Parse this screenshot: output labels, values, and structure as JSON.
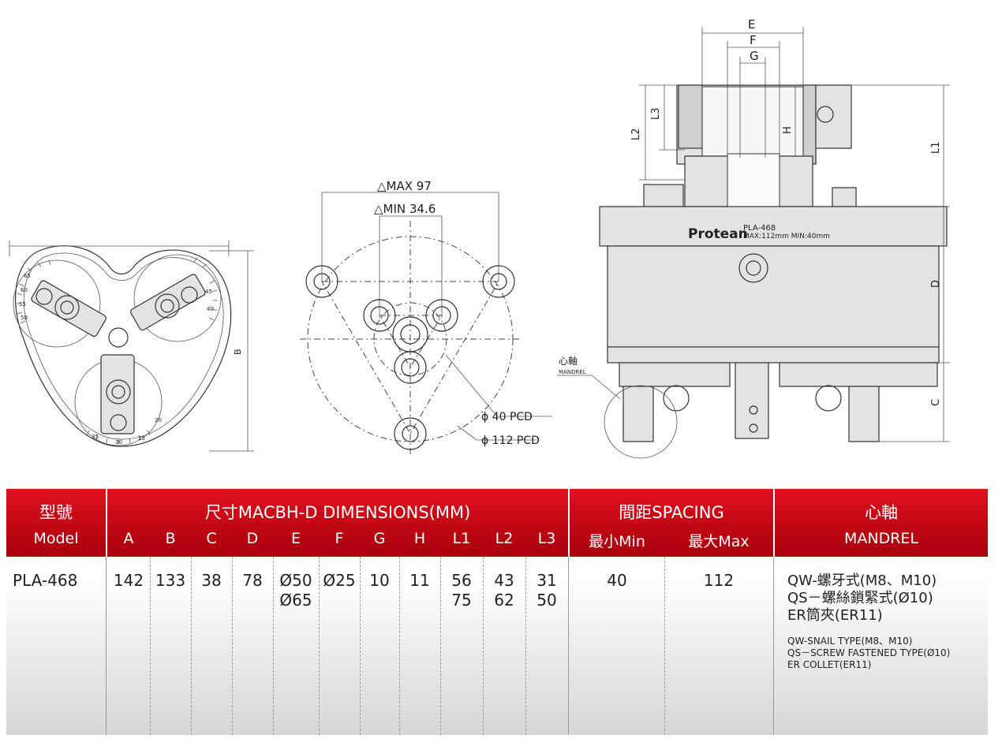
{
  "drawing": {
    "dims_left": {
      "B": "B"
    },
    "pcd_view": {
      "max_label": "△MAX 97",
      "min_label": "△MIN 34.6",
      "pcd40": "ϕ 40 PCD",
      "pcd112": "ϕ 112 PCD"
    },
    "side_view": {
      "E": "E",
      "F": "F",
      "G": "G",
      "H": "H",
      "L1": "L1",
      "L2": "L2",
      "L3": "L3",
      "D": "D",
      "C": "C",
      "brand": "Protean",
      "model": "PLA-468",
      "range": "MAX:112mm MIN:40mm",
      "mandrel_cn": "心軸",
      "mandrel_en": "MANDREL"
    },
    "scale_ticks": [
      "65",
      "60",
      "55",
      "50",
      "45",
      "40",
      "35",
      "30",
      "25",
      "20"
    ]
  },
  "table": {
    "model_header_cn": "型號",
    "model_header_en": "Model",
    "dims_header": "尺寸MACBH-D DIMENSIONS(MM)",
    "dim_columns": [
      "A",
      "B",
      "C",
      "D",
      "E",
      "F",
      "G",
      "H",
      "L1",
      "L2",
      "L3"
    ],
    "spacing_header": "間距SPACING",
    "spacing_min": "最小Min",
    "spacing_max": "最大Max",
    "mandrel_header_cn": "心軸",
    "mandrel_header_en": "MANDREL",
    "row": {
      "model": "PLA-468",
      "A": "142",
      "B": "133",
      "C": "38",
      "D": "78",
      "E1": "Ø50",
      "E2": "Ø65",
      "F": "Ø25",
      "G": "10",
      "H": "11",
      "L1a": "56",
      "L1b": "75",
      "L2a": "43",
      "L2b": "62",
      "L3a": "31",
      "L3b": "50",
      "min": "40",
      "max": "112",
      "mandrel_cn": [
        "QW-螺牙式(M8、M10)",
        "QS－螺絲鎖緊式(Ø10)",
        "ER筒夾(ER11)"
      ],
      "mandrel_en": [
        "QW-SNAIL TYPE(M8、M10)",
        "QS－SCREW FASTENED TYPE(Ø10)",
        "ER COLLET(ER11)"
      ]
    }
  },
  "colors": {
    "header_red": "#d10a18",
    "line": "#333333"
  }
}
